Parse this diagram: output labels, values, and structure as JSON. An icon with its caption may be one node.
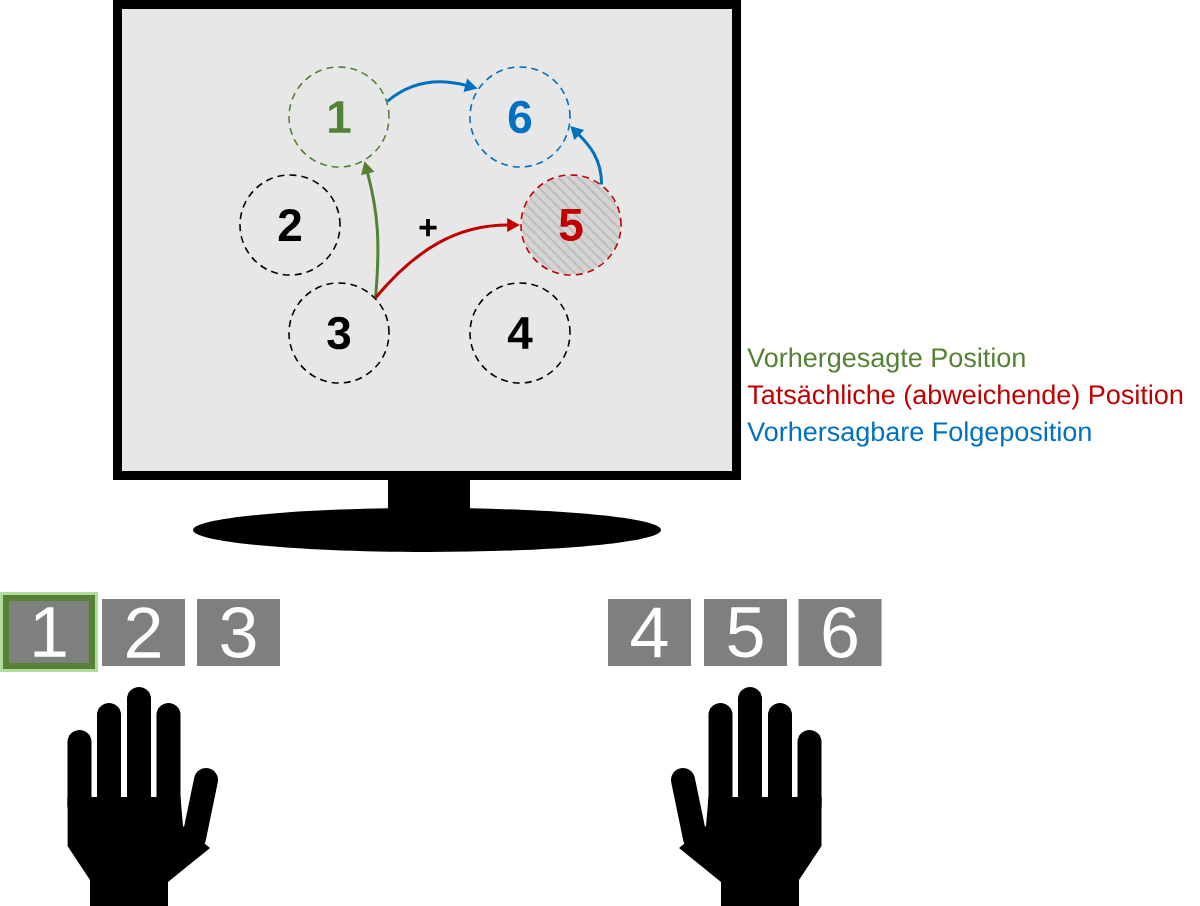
{
  "diagram": {
    "nodes": [
      {
        "text": [
          "1"
        ]
      },
      {
        "text": [
          "6"
        ]
      },
      {
        "text": [
          "2"
        ]
      },
      {
        "text": [
          "5"
        ]
      },
      {
        "text": [
          "3"
        ]
      },
      {
        "text": [
          "4"
        ]
      },
      {
        "text": [
          "1"
        ]
      },
      {
        "text": [
          "2"
        ]
      },
      {
        "text": [
          "3"
        ]
      },
      {
        "text": [
          "4"
        ]
      },
      {
        "text": [
          "5"
        ]
      },
      {
        "text": [
          "6"
        ]
      }
    ],
    "edges": [
      {
        "from": 4,
        "to": 0,
        "arrow": "to",
        "color": "#548235"
      },
      {
        "from": 4,
        "to": 3,
        "arrow": "to",
        "color": "#c00000"
      },
      {
        "from": 0,
        "to": 1,
        "arrow": "to"
      },
      {
        "from": 3,
        "to": 1,
        "arrow": "to"
      }
    ],
    "labels": [
      "+",
      "Vorhergesagte Position",
      "Tatsächliche (abweichende) Position",
      "Vorhersagbare Folgeposition"
    ]
  }
}
